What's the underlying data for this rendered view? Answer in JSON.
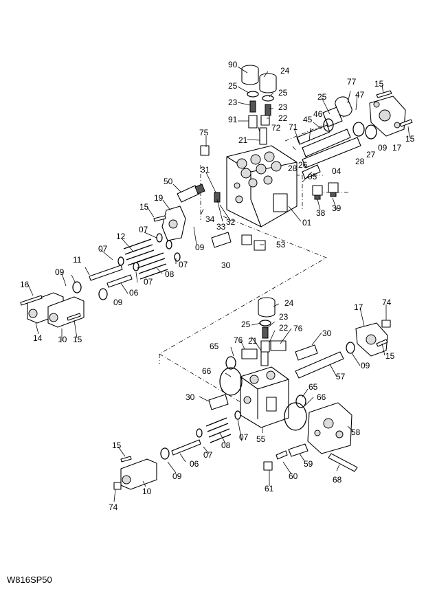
{
  "drawing": {
    "code": "W816SP50",
    "callouts": {
      "c90": "90",
      "c24a": "24",
      "c25a": "25",
      "c25b": "25",
      "c23a": "23",
      "c23b": "23",
      "c91": "91",
      "c22a": "22",
      "c72": "72",
      "c71": "71",
      "c21a": "21",
      "c75": "75",
      "c45": "45",
      "c46": "46",
      "c25c": "25",
      "c77": "77",
      "c47": "47",
      "c15a": "15",
      "c09a": "09",
      "c17a": "17",
      "c15b": "15",
      "c27": "27",
      "c28a": "28",
      "c28b": "28",
      "c04": "04",
      "c26": "26",
      "c05": "05",
      "c31": "31",
      "c50": "50",
      "c19": "19",
      "c15c": "15",
      "c34": "34",
      "c33": "33",
      "c32": "32",
      "c38": "38",
      "c39": "39",
      "c01": "01",
      "c07a": "07",
      "c12": "12",
      "c09b": "09",
      "c53": "53",
      "c07b": "07",
      "c30a": "30",
      "c07c": "07",
      "c11": "11",
      "c09c": "09",
      "c08a": "08",
      "c07d": "07",
      "c06a": "06",
      "c16": "16",
      "c09d": "09",
      "c14": "14",
      "c10a": "10",
      "c15d": "15",
      "c24b": "24",
      "c25d": "25",
      "c23c": "23",
      "c22b": "22",
      "c17b": "17",
      "c74a": "74",
      "c76a": "76",
      "c21b": "21",
      "c76b": "76",
      "c30b": "30",
      "c65a": "65",
      "c15e": "15",
      "c09e": "09",
      "c66a": "66",
      "c57": "57",
      "c30c": "30",
      "c65b": "65",
      "c66b": "66",
      "c07e": "07",
      "c08b": "08",
      "c55": "55",
      "c58": "58",
      "c15f": "15",
      "c09f": "09",
      "c06b": "06",
      "c07f": "07",
      "c59": "59",
      "c60": "60",
      "c68": "68",
      "c10b": "10",
      "c74b": "74",
      "c61": "61"
    }
  }
}
